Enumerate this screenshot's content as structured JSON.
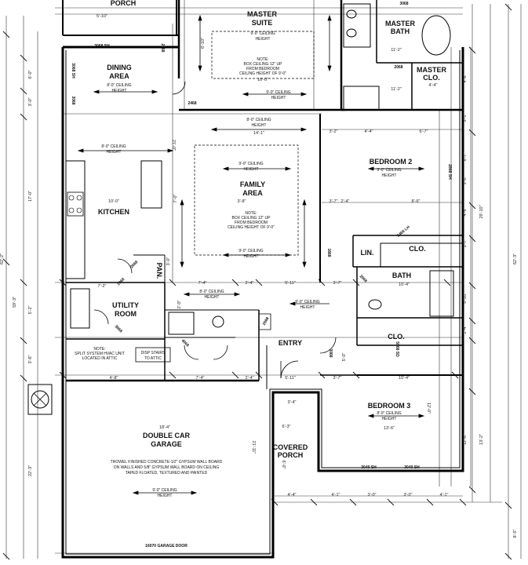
{
  "rooms": {
    "porch": "PORCH",
    "master_suite_1": "MASTER",
    "master_suite_2": "SUITE",
    "master_bath_1": "MASTER",
    "master_bath_2": "BATH",
    "master_clo_1": "MASTER",
    "master_clo_2": "CLO.",
    "dining_1": "DINING",
    "dining_2": "AREA",
    "family_1": "FAMILY",
    "family_2": "AREA",
    "kitchen": "KITCHEN",
    "bedroom2": "BEDROOM 2",
    "lin": "LIN.",
    "clo_upper": "CLO.",
    "bath": "BATH",
    "utility_1": "UTILITY",
    "utility_2": "ROOM",
    "pan": "PAN.",
    "entry": "ENTRY",
    "clo_lower": "CLO.",
    "bedroom3": "BEDROOM 3",
    "garage_1": "DOUBLE CAR",
    "garage_2": "GARAGE",
    "covered_porch_1": "COVERED",
    "covered_porch_2": "PORCH"
  },
  "notes": {
    "ceiling_9_1": "9'-0\" CEILING",
    "ceiling_9_2": "HEIGHT",
    "ceiling_8_1": "8'-0\" CEILING",
    "ceiling_8_2": "HEIGHT",
    "box_1": "NOTE:",
    "box_2": "BOX CEILING 12\" UP",
    "box_3": "FROM BEDROOM",
    "box_4": "CEILING HEIGHT OF 9'-0\"",
    "fam_box_1": "NOTE:",
    "fam_box_2": "BOX CEILING 12\" UP",
    "fam_box_3": "FROM BEDROOM",
    "fam_box_4": "CEILING HEIGHT OF 9'-0\"",
    "hvac_1": "NOTE:",
    "hvac_2": "SPLIT SYSTEM HVAC UNIT",
    "hvac_3": "LOCATED IN ATTIC",
    "attic_1": "DISP STAIRS",
    "attic_2": "TO ATTIC",
    "garage_1": "TROWEL FINISHED CONCRETE-1/2\" GYPSUM WALL BOARD",
    "garage_2": "ON WALLS AND 5/8\" GYPSUM WALL BOARD ON CEILING",
    "garage_3": "TAPED FLOATED, TEXTURED AND PAINTED",
    "garage_door": "16070 GARAGE DOOR",
    "door_3068": "3068",
    "door_3068_sh_1": "3068 SH",
    "door_3068_sh_2": "3068 SH",
    "door_3040_sh_1": "3040 SH",
    "door_3040_sh_2": "3040 SH",
    "door_2068": "2068",
    "door_2468": "2468",
    "door_5068": "5068",
    "door_2868": "2868",
    "door_1668": "1668",
    "door_2068b": "2068",
    "door_3068b": "3068",
    "door_4068": "4068",
    "door_3068c": "3068",
    "door_2668": "2668",
    "door_2068c": "2068",
    "door_2468b": "2468 LH",
    "door_2068d": "2068",
    "door_3068d": "3068",
    "door_5068b": "5068 SD",
    "door_3068e": "3068",
    "door_3068f": "3068",
    "door_2068e": "2068",
    "door_2868b": "2868 SH"
  },
  "dims": {
    "d_1": "5'-10\"",
    "d_2": "10'-0\"",
    "d_3": "11'-2\"",
    "d_4": "4'-4\"",
    "d_5": "14'-1\"",
    "d_6": "3'-2\"",
    "d_7": "4'-4\"",
    "d_8": "6'-7\"",
    "d_9": "10'-0\"",
    "d_10": "3'-8\"",
    "d_11": "2'-4\"",
    "d_12": "8'-6\"",
    "d_13": "3'-7\"",
    "d_14": "7'-4\"",
    "d_15": "2'-4\"",
    "d_16": "5'-11\"",
    "d_17": "3'-7\"",
    "d_18": "10'-4\"",
    "d_19": "7'-2\"",
    "d_20": "4'-8\"",
    "d_21": "7'-4\"",
    "d_22": "2'-4\"",
    "d_23": "5'-11\"",
    "d_24": "3'-7\"",
    "d_25": "10'-4\"",
    "d_26": "18'-4\"",
    "d_27": "21'-11\"",
    "d_28": "13'-6\"",
    "d_29": "12'-0\"",
    "d_30": "4'-4\"",
    "d_31": "4'-1\"",
    "d_32": "3'-0\"",
    "d_33": "3'-0\"",
    "d_34": "4'-1\"",
    "d_35": "6'-3\"",
    "d_36": "6'-0\"",
    "d_37": "4'-0\"",
    "d_38": "5'-4\"",
    "d_39": "3'-4\"",
    "d_40": "21'-0\"",
    "d_41": "17'-0\"",
    "d_42": "6'-0\"",
    "d_43": "3'-0\"",
    "d_44": "5'-2\"",
    "d_45": "3'-6\"",
    "d_46": "22'-3\"",
    "d_47": "59'-3\"",
    "d_48": "62'-2\"",
    "d_49": "29'-10\"",
    "d_50": "62'-3\"",
    "d_51": "8'-5\"",
    "d_52": "13'-2\"",
    "d_53": "3'-7\"",
    "d_54": "5'-10\"",
    "d_55": "2'-4\"",
    "d_56": "12'-0\"",
    "d_57": "8'-7\"",
    "d_58": "4'-8\"",
    "d_59": "5'-1\"",
    "d_60": "3'-0\"",
    "d_61": "4'-8\"",
    "d_62": "2'-0\"",
    "d_63": "6'-10\"",
    "d_64": "11'-2\"",
    "d_65": "5'-0\"",
    "d_66": "3'-0\"",
    "d_67": "7'-0\""
  }
}
